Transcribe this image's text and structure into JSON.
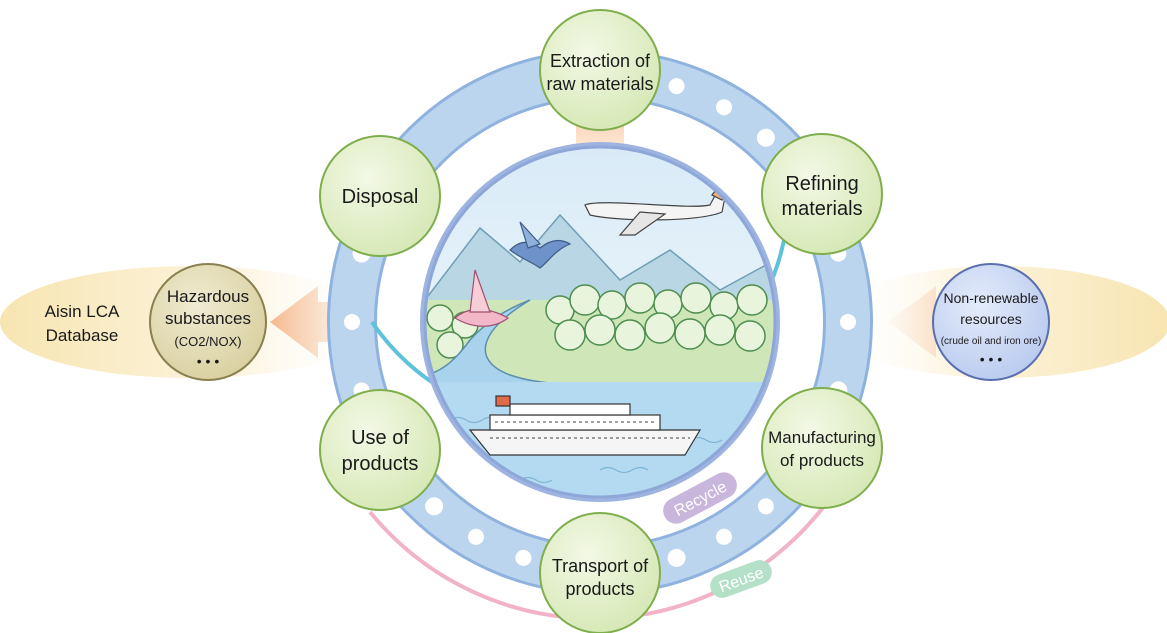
{
  "diagram": {
    "stages": [
      {
        "id": "extraction",
        "lines": [
          "Extraction of",
          "raw materials"
        ]
      },
      {
        "id": "refining",
        "lines": [
          "Refining",
          "materials"
        ]
      },
      {
        "id": "manufacturing",
        "lines": [
          "Manufacturing",
          "of products"
        ]
      },
      {
        "id": "transport",
        "lines": [
          "Transport of",
          "products"
        ]
      },
      {
        "id": "use",
        "lines": [
          "Use of",
          "products"
        ]
      },
      {
        "id": "disposal",
        "lines": [
          "Disposal"
        ]
      }
    ],
    "hazardous": {
      "line1": "Hazardous",
      "line2": "substances",
      "line3": "(CO2/NOX)",
      "dots": "•  •  •"
    },
    "nonrenewable": {
      "line1": "Non-renewable",
      "line2": "resources",
      "line3": "(crude oil and iron ore)",
      "dots": "•  •  •"
    },
    "database": {
      "line1": "Aisin LCA",
      "line2": "Database"
    },
    "recycle_label": "Recycle",
    "reuse_label": "Reuse",
    "colors": {
      "ring": "#b9d3ee",
      "ring_edge": "#8fb3de",
      "stage_fill": "#e0eec8",
      "stage_edge": "#7fae4c",
      "hazard_fill": "#e2dbb4",
      "resource_fill": "#c9d7f3",
      "recycle_line": "#5fc2dc",
      "reuse_line": "#f2b3c8",
      "recycle_badge": "#c8b6dd",
      "reuse_badge": "#b5e0c8",
      "glow": "#f7e4b3",
      "arrow_out": "#f8c9a4"
    }
  }
}
